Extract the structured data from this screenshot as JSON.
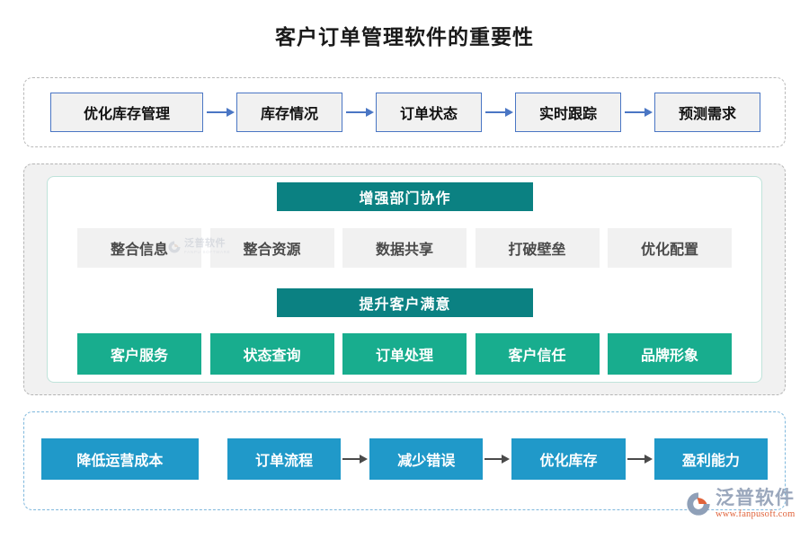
{
  "title": "客户订单管理软件的重要性",
  "colors": {
    "teal": "#0b8182",
    "green": "#18ad8e",
    "blue": "#2099c9",
    "outline_blue": "#4a76c4",
    "gray_fill": "#f1f1f1",
    "logo_orange": "#e0643c"
  },
  "top_flow": {
    "nodes": [
      {
        "label": "优化库存管理"
      },
      {
        "label": "库存情况"
      },
      {
        "label": "订单状态"
      },
      {
        "label": "实时跟踪"
      },
      {
        "label": "预测需求"
      }
    ]
  },
  "middle": {
    "group_one": {
      "banner": "增强部门协作",
      "items": [
        {
          "label": "整合信息"
        },
        {
          "label": "整合资源"
        },
        {
          "label": "数据共享"
        },
        {
          "label": "打破壁垒"
        },
        {
          "label": "优化配置"
        }
      ]
    },
    "group_two": {
      "banner": "提升客户满意",
      "items": [
        {
          "label": "客户服务"
        },
        {
          "label": "状态查询"
        },
        {
          "label": "订单处理"
        },
        {
          "label": "客户信任"
        },
        {
          "label": "品牌形象"
        }
      ]
    }
  },
  "bottom_flow": {
    "nodes": [
      {
        "label": "降低运营成本"
      },
      {
        "label": "订单流程"
      },
      {
        "label": "减少错误"
      },
      {
        "label": "优化库存"
      },
      {
        "label": "盈利能力"
      }
    ]
  },
  "watermark": {
    "cn": "泛普软件",
    "en": "FANPU SOFTWARE"
  },
  "logo": {
    "cn": "泛普软件",
    "url": "www.fanpusoft.com"
  }
}
